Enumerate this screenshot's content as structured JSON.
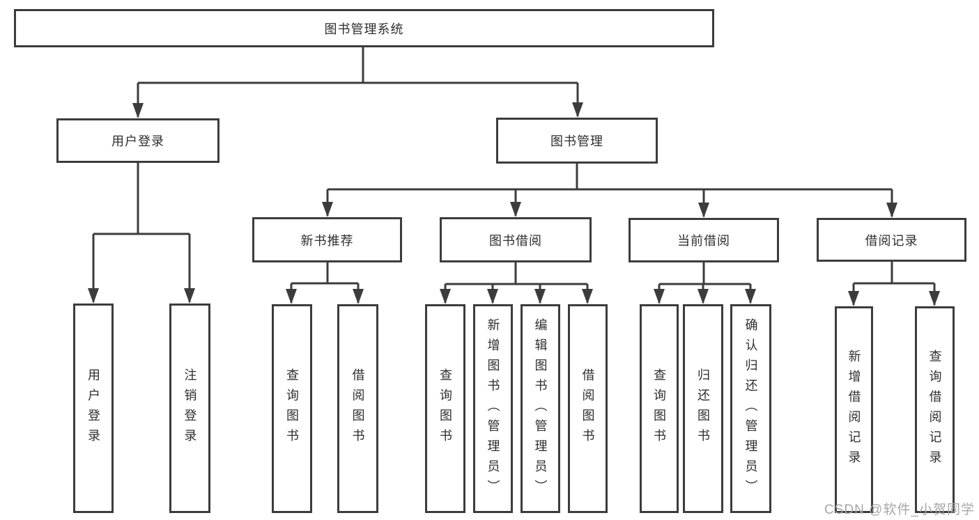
{
  "diagram": {
    "root_label": "图书管理系统",
    "level2": [
      {
        "label": "用户登录"
      },
      {
        "label": "图书管理"
      }
    ],
    "level3": [
      {
        "label": "新书推荐"
      },
      {
        "label": "图书借阅"
      },
      {
        "label": "当前借阅"
      },
      {
        "label": "借阅记录"
      }
    ],
    "groups": [
      {
        "parent": "用户登录",
        "leaves": [
          "用户登录",
          "注销登录"
        ]
      },
      {
        "parent": "新书推荐",
        "leaves": [
          "查询图书",
          "借阅图书"
        ]
      },
      {
        "parent": "图书借阅",
        "leaves": [
          "查询图书",
          "新增图书（管理员）",
          "编辑图书（管理员）",
          "借阅图书"
        ]
      },
      {
        "parent": "当前借阅",
        "leaves": [
          "查询图书",
          "归还图书",
          "确认归还（管理员）"
        ]
      },
      {
        "parent": "借阅记录",
        "leaves": [
          "新增借阅记录",
          "查询借阅记录"
        ]
      }
    ]
  },
  "watermark": {
    "text": "CSDN @软件_小贺同学"
  },
  "colors": {
    "line": "#3c3c3c",
    "box_border": "#3c3c3c",
    "text": "#2e2e2e",
    "watermark": "#a6a6a6",
    "background": "#ffffff"
  }
}
